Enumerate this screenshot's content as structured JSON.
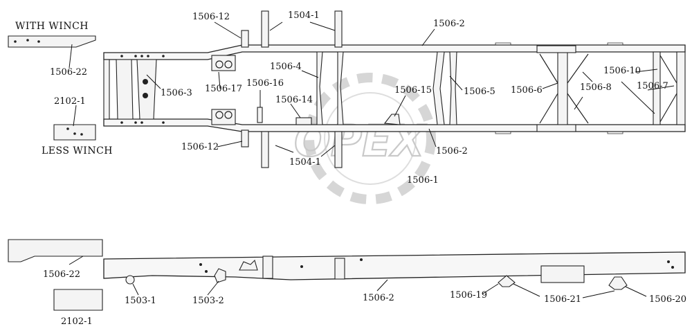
{
  "captions": {
    "with_winch": "WITH WINCH",
    "less_winch": "LESS WINCH"
  },
  "watermark": "OPEX",
  "callouts": {
    "c1506_12_top": "1506-12",
    "c1504_1_top": "1504-1",
    "c1506_2_top": "1506-2",
    "c1506_22_top": "1506-22",
    "c1506_3": "1506-3",
    "c1506_4": "1506-4",
    "c1506_17": "1506-17",
    "c1506_16": "1506-16",
    "c1506_14": "1506-14",
    "c1506_15": "1506-15",
    "c1506_5": "1506-5",
    "c1506_6": "1506-6",
    "c1506_8": "1506-8",
    "c1506_10": "1506-10",
    "c1506_7": "1506-7",
    "c2102_1_top": "2102-1",
    "c1506_12_bottom": "1506-12",
    "c1504_1_bottom": "1504-1",
    "c1506_2_mid": "1506-2",
    "c1506_1": "1506-1",
    "c1506_22_bottom": "1506-22",
    "c1503_1": "1503-1",
    "c1503_2": "1503-2",
    "c1506_2_bottom": "1506-2",
    "c1506_19": "1506-19",
    "c1506_21": "1506-21",
    "c1506_20": "1506-20",
    "c2102_1_bottom": "2102-1"
  },
  "colors": {
    "line": "#222222",
    "watermark": "#c9c9c9"
  }
}
